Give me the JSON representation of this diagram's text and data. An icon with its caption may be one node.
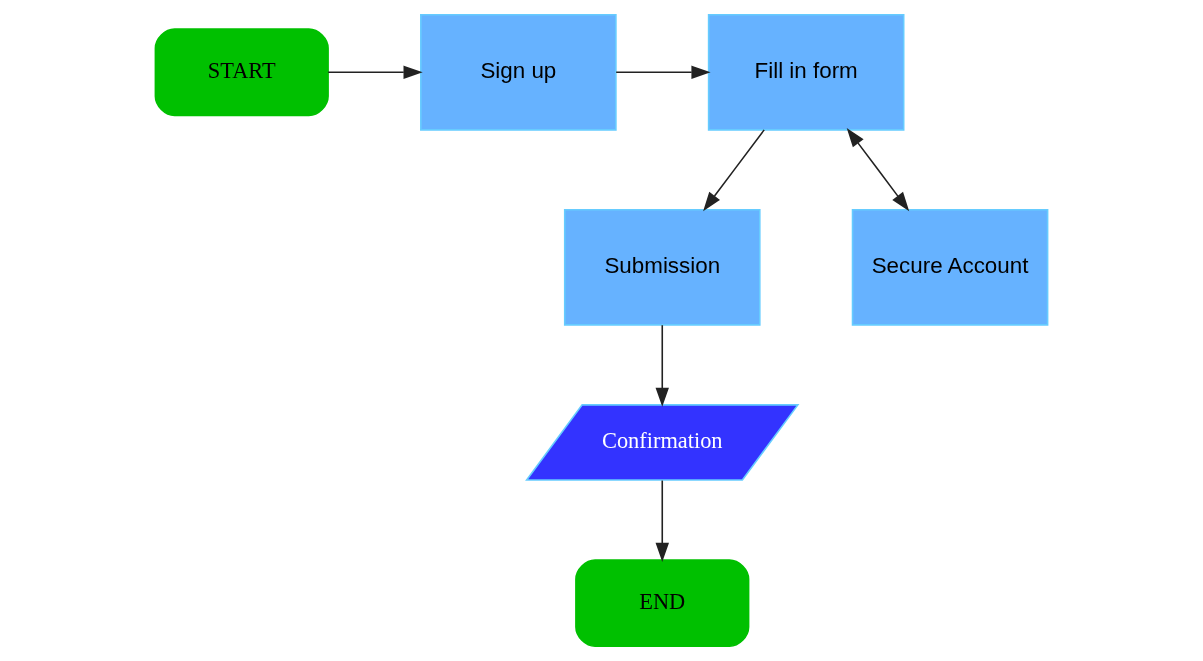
{
  "diagram": {
    "nodes": [
      {
        "text": [
          "START"
        ]
      },
      {
        "text": [
          "Sign up"
        ]
      },
      {
        "text": [
          "Fill in form"
        ]
      },
      {
        "text": [
          "Submission"
        ]
      },
      {
        "text": [
          "Secure Account"
        ]
      },
      {
        "text": [
          "Confirmation"
        ]
      },
      {
        "text": [
          "END"
        ]
      }
    ],
    "edges": [
      {
        "from": 0,
        "to": 1,
        "arrow": "to"
      },
      {
        "from": 1,
        "to": 2,
        "arrow": "to"
      },
      {
        "from": 2,
        "to": 3,
        "arrow": "to"
      },
      {
        "from": 2,
        "to": 4,
        "arrow": "both"
      },
      {
        "from": 3,
        "to": 5,
        "arrow": "to"
      },
      {
        "from": 5,
        "to": 6,
        "arrow": "to"
      }
    ]
  }
}
